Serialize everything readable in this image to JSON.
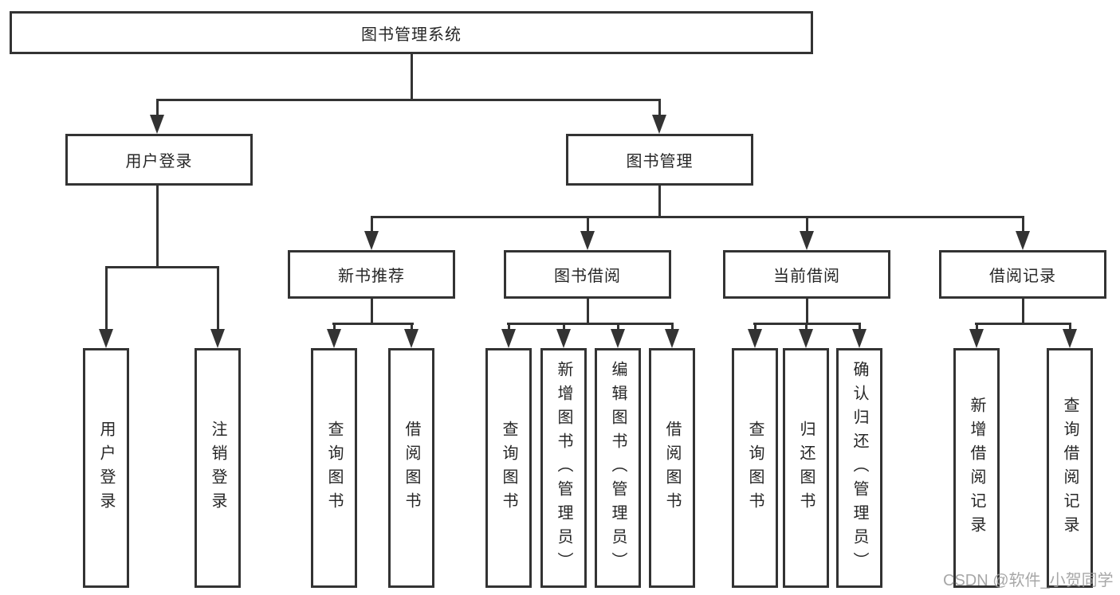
{
  "tree": {
    "root": {
      "label": "图书管理系统"
    },
    "branches": [
      {
        "label": "用户登录",
        "children": [
          {
            "label": "用户登录"
          },
          {
            "label": "注销登录"
          }
        ]
      },
      {
        "label": "图书管理",
        "children": [
          {
            "label": "新书推荐",
            "children": [
              {
                "label": "查询图书"
              },
              {
                "label": "借阅图书"
              }
            ]
          },
          {
            "label": "图书借阅",
            "children": [
              {
                "label": "查询图书"
              },
              {
                "label": "新增图书（管理员）"
              },
              {
                "label": "编辑图书（管理员）"
              },
              {
                "label": "借阅图书"
              }
            ]
          },
          {
            "label": "当前借阅",
            "children": [
              {
                "label": "查询图书"
              },
              {
                "label": "归还图书"
              },
              {
                "label": "确认归还（管理员）"
              }
            ]
          },
          {
            "label": "借阅记录",
            "children": [
              {
                "label": "新增借阅记录"
              },
              {
                "label": "查询借阅记录"
              }
            ]
          }
        ]
      }
    ]
  },
  "watermark": {
    "text": "CSDN @软件_小贺同学"
  },
  "colors": {
    "line": "#333333",
    "text": "#262626",
    "watermark": "#9e9e9e",
    "background": "#ffffff"
  }
}
